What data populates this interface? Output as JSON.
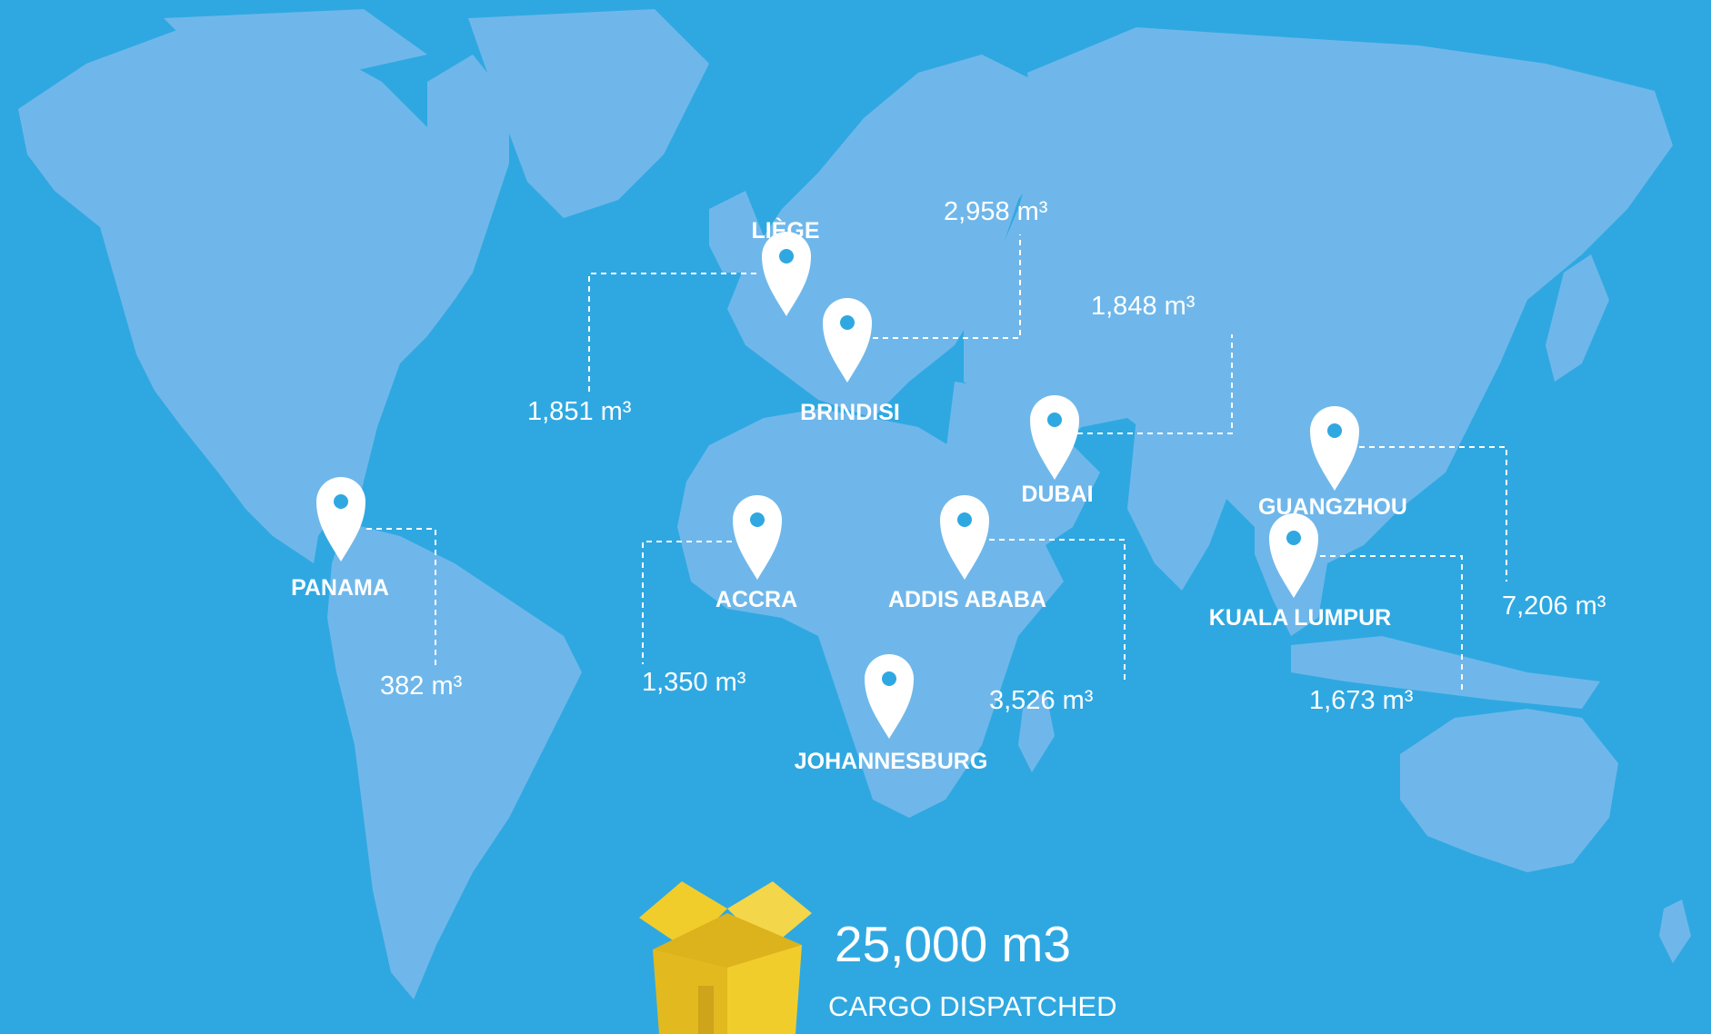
{
  "colors": {
    "ocean": "#2fa8e1",
    "land": "#6fb7ea",
    "pin": "#ffffff",
    "text": "#ffffff",
    "box": "#f1cd2c",
    "box_dark": "#dcb21d"
  },
  "locations": [
    {
      "id": "liege",
      "name": "LIÈGE",
      "value": "1,851",
      "unit": "m³"
    },
    {
      "id": "brindisi",
      "name": "BRINDISI",
      "value": "2,958",
      "unit": "m³"
    },
    {
      "id": "dubai",
      "name": "DUBAI",
      "value": "1,848",
      "unit": "m³"
    },
    {
      "id": "guangzhou",
      "name": "GUANGZHOU",
      "value": "7,206",
      "unit": "m³"
    },
    {
      "id": "panama",
      "name": "PANAMA",
      "value": "382",
      "unit": "m³"
    },
    {
      "id": "accra",
      "name": "ACCRA",
      "value": "1,350",
      "unit": "m³"
    },
    {
      "id": "addis-ababa",
      "name": "ADDIS ABABA",
      "value": "3,526",
      "unit": "m³"
    },
    {
      "id": "kuala-lumpur",
      "name": "KUALA LUMPUR",
      "value": "1,673",
      "unit": "m³"
    },
    {
      "id": "johannesburg",
      "name": "JOHANNESBURG",
      "value": "",
      "unit": ""
    }
  ],
  "summary": {
    "total": "25,000 m3",
    "caption": "CARGO DISPATCHED",
    "box_icon": "cardboard-box-icon",
    "pin_icon": "map-pin-icon"
  }
}
